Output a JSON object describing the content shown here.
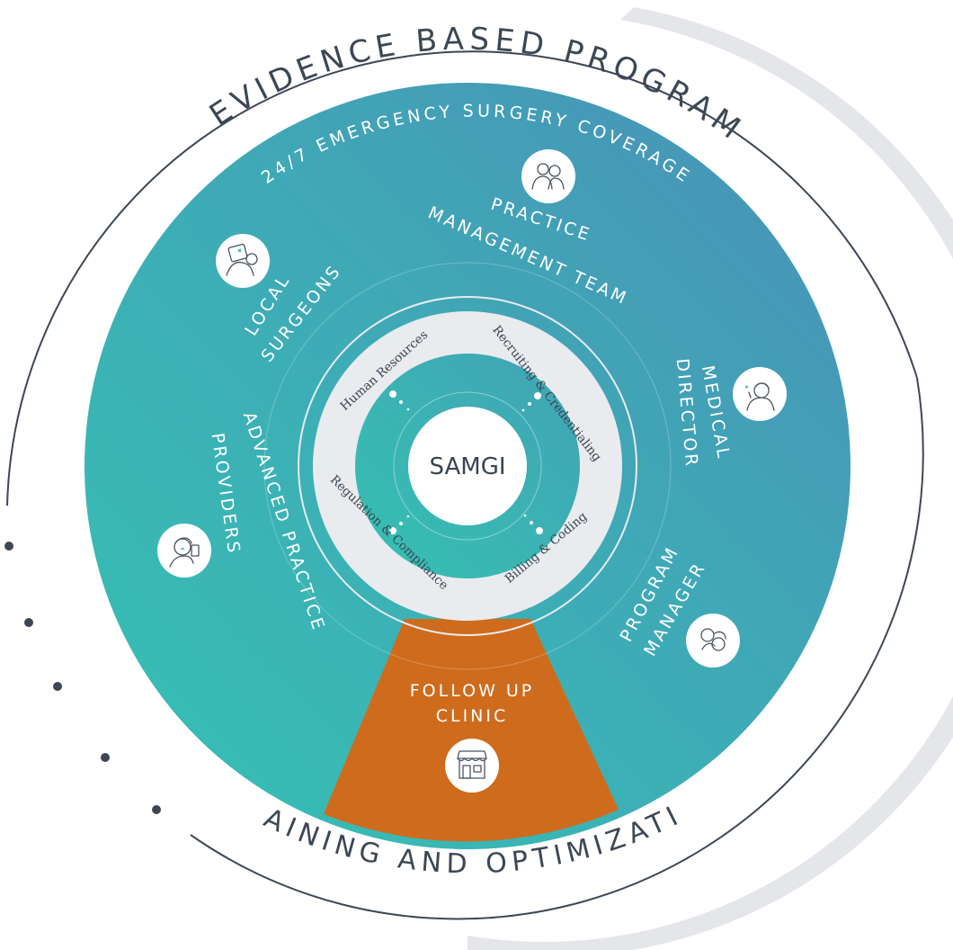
{
  "outer": {
    "top_title": "EVIDENCE BASED PROGRAM",
    "bottom_title": "TRAINING AND OPTIMIZATION"
  },
  "ring": {
    "arc_title": "24/7 EMERGENCY SURGERY COVERAGE"
  },
  "segments": [
    {
      "id": "practice",
      "lines": [
        "PRACTICE",
        "MANAGEMENT TEAM"
      ],
      "icon": "team-icon"
    },
    {
      "id": "medical",
      "lines": [
        "MEDICAL",
        "DIRECTOR"
      ],
      "icon": "doctor-icon"
    },
    {
      "id": "program",
      "lines": [
        "PROGRAM",
        "MANAGER"
      ],
      "icon": "handshake-icon"
    },
    {
      "id": "clinic",
      "lines": [
        "FOLLOW UP",
        "CLINIC"
      ],
      "icon": "storefront-icon"
    },
    {
      "id": "advanced",
      "lines": [
        "ADVANCED PRACTICE",
        "PROVIDERS"
      ],
      "icon": "provider-icon"
    },
    {
      "id": "surgeons",
      "lines": [
        "LOCAL",
        "SURGEONS"
      ],
      "icon": "surgeon-icon"
    }
  ],
  "inner_ring": {
    "items": [
      "Human Resources",
      "Recruiting & Credentialing",
      "Billing & Coding",
      "Regulation & Compliance"
    ]
  },
  "core": {
    "label": "SAMGI"
  },
  "colors": {
    "teal_light": "#35c1b4",
    "teal_dark": "#4697b8",
    "orange": "#cf6b1c",
    "ring_gray": "#e9ebee",
    "text_dark": "#3d4754"
  }
}
